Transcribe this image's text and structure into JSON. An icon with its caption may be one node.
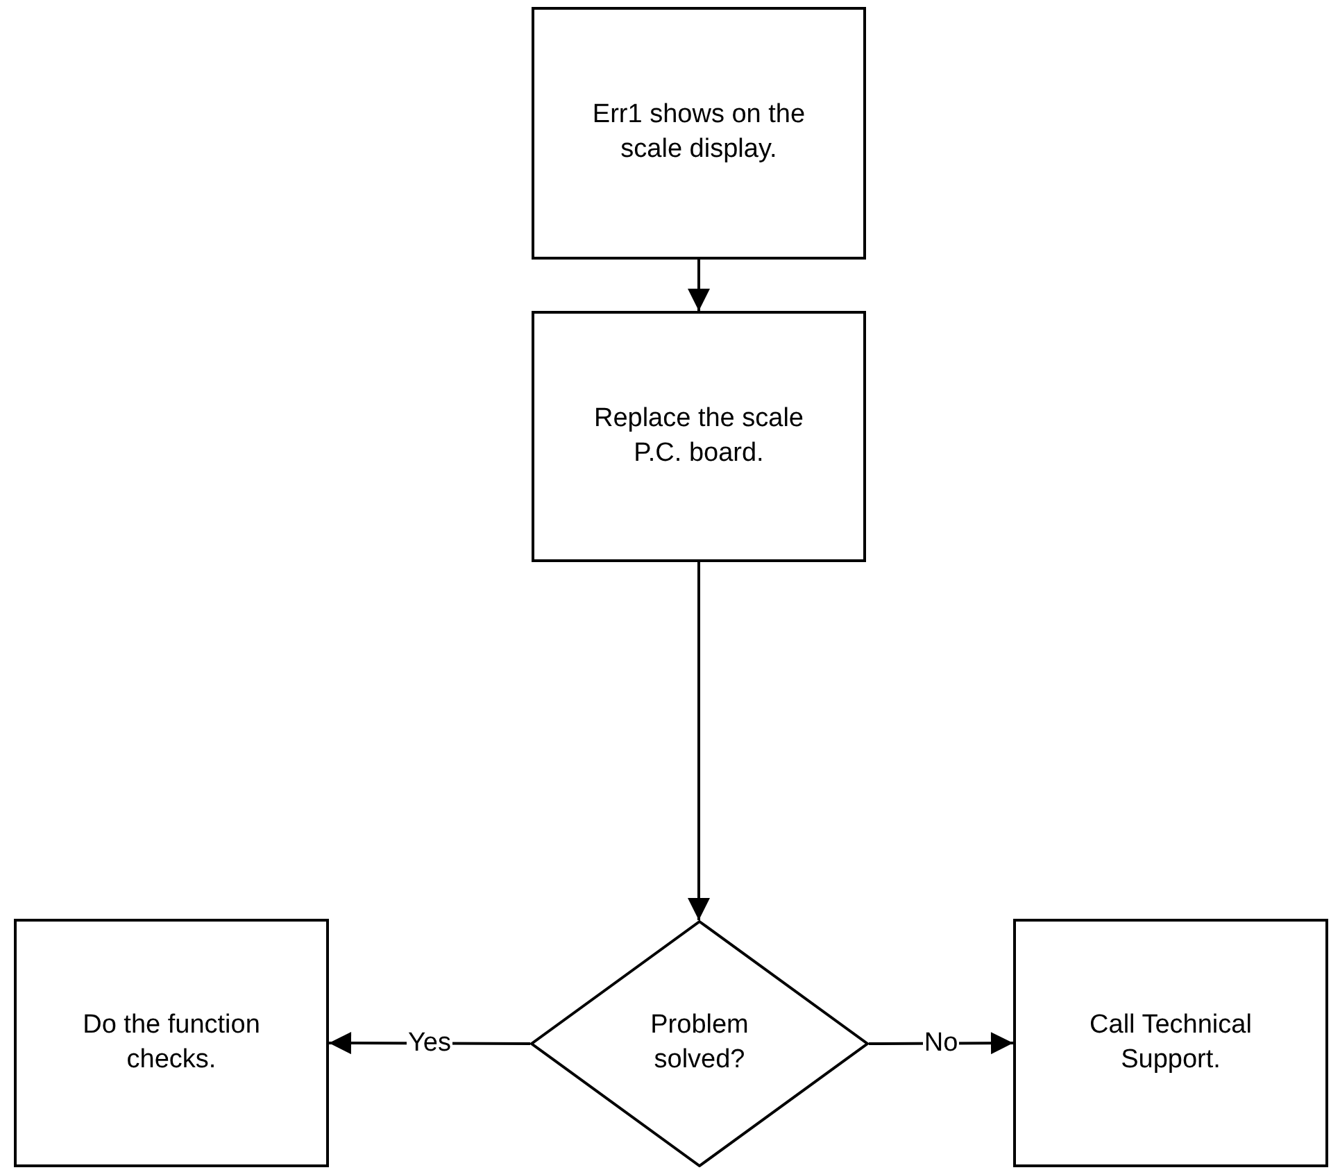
{
  "diagram": {
    "nodes": [
      {
        "text": [
          "Err1 shows on the scale display."
        ]
      },
      {
        "text": [
          "Replace the scale P.C. board."
        ]
      },
      {
        "text": [
          "Problem solved?"
        ]
      },
      {
        "text": [
          "Do the function checks."
        ]
      },
      {
        "text": [
          "Call Technical Support."
        ]
      }
    ],
    "edges": [
      {
        "from": 0,
        "to": 1,
        "arrow": "to"
      },
      {
        "from": 1,
        "to": 2,
        "arrow": "to"
      },
      {
        "from": 2,
        "to": 3,
        "arrow": "to",
        "label": "Yes"
      },
      {
        "from": 2,
        "to": 4,
        "arrow": "to",
        "label": "No"
      }
    ]
  }
}
